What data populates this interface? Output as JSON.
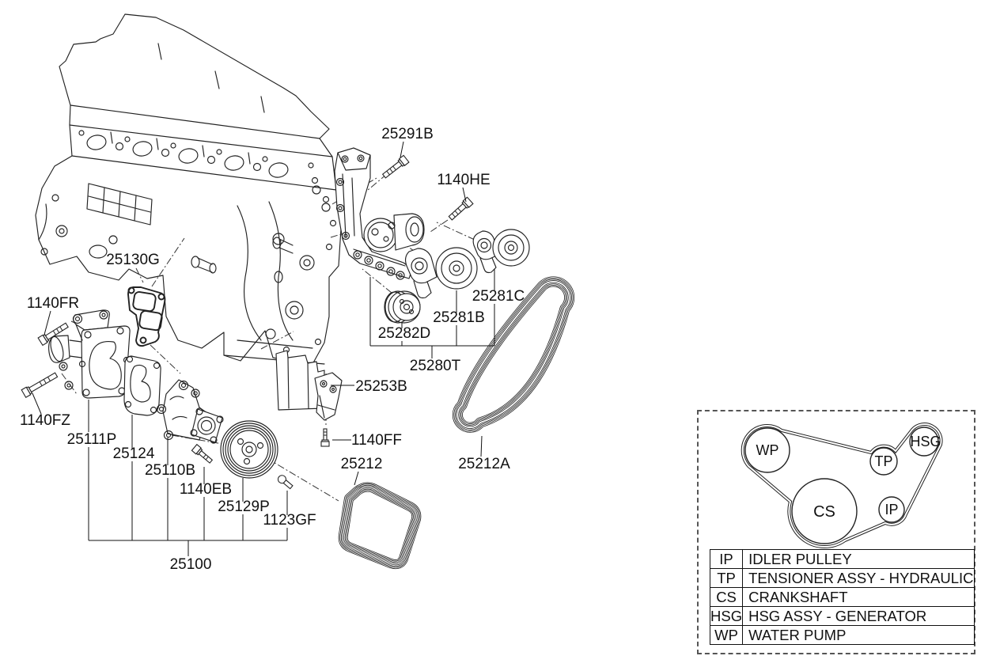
{
  "parts": {
    "25291B": "25291B",
    "1140HE": "1140HE",
    "25130G": "25130G",
    "1140FR": "1140FR",
    "1140FZ": "1140FZ",
    "25111P": "25111P",
    "25124": "25124",
    "25110B": "25110B",
    "1140EB": "1140EB",
    "25129P": "25129P",
    "1123GF": "1123GF",
    "25100": "25100",
    "25212": "25212",
    "25212A": "25212A",
    "25253B": "25253B",
    "1140FF": "1140FF",
    "25282D": "25282D",
    "25281B": "25281B",
    "25281C": "25281C",
    "25280T": "25280T"
  },
  "legend": {
    "nodes": {
      "wp": "WP",
      "tp": "TP",
      "hsg": "HSG",
      "cs": "CS",
      "ip": "IP"
    },
    "rows": [
      {
        "code": "IP",
        "desc": "IDLER PULLEY"
      },
      {
        "code": "TP",
        "desc": "TENSIONER ASSY - HYDRAULIC"
      },
      {
        "code": "CS",
        "desc": "CRANKSHAFT"
      },
      {
        "code": "HSG",
        "desc": "HSG ASSY - GENERATOR"
      },
      {
        "code": "WP",
        "desc": "WATER PUMP"
      }
    ]
  },
  "colors": {
    "line": "#222222",
    "background": "#ffffff"
  }
}
